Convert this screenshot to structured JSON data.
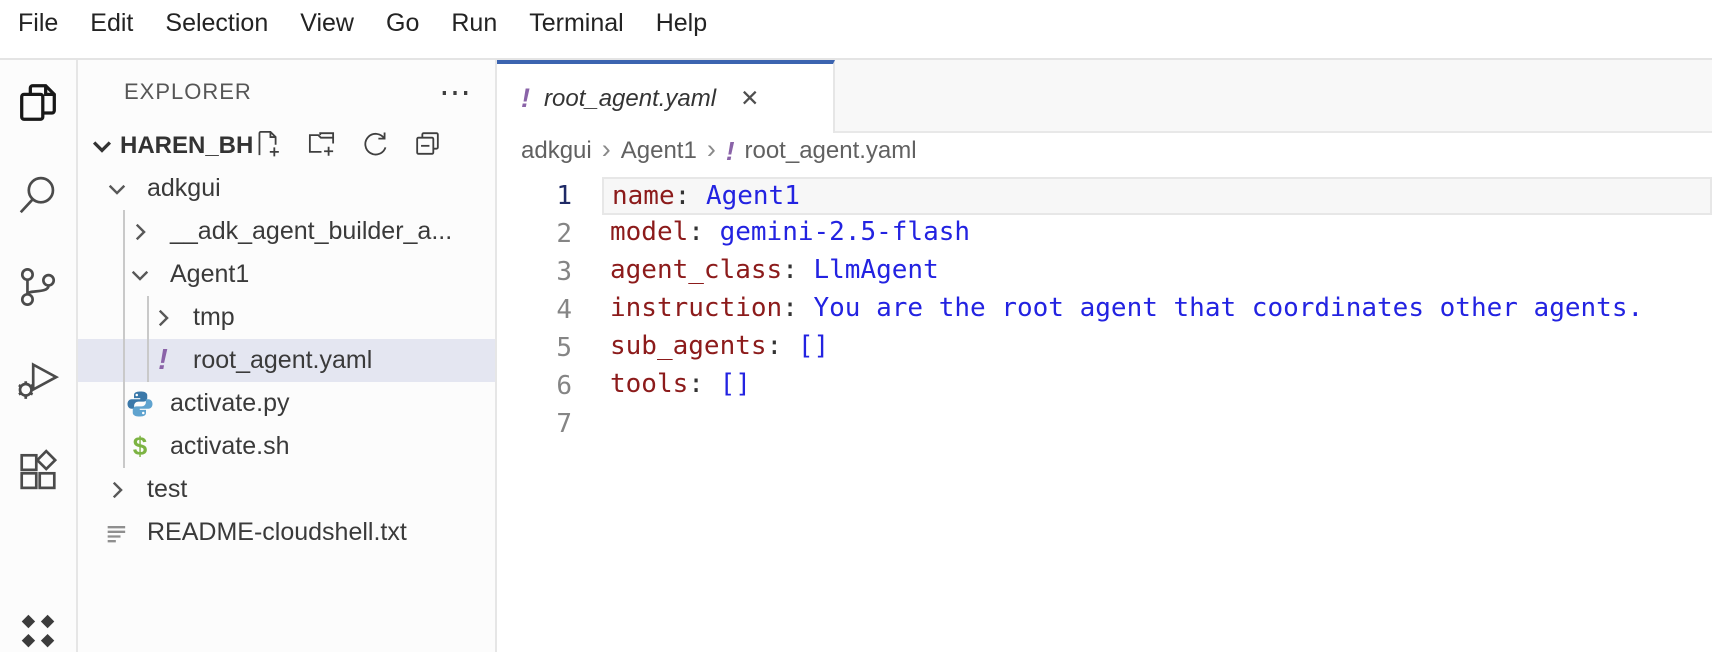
{
  "window": {
    "menu_items": [
      "File",
      "Edit",
      "Selection",
      "View",
      "Go",
      "Run",
      "Terminal",
      "Help"
    ]
  },
  "activity_bar": {
    "items": [
      {
        "icon": "explorer-icon",
        "active": true
      },
      {
        "icon": "search-icon",
        "active": false
      },
      {
        "icon": "source-control-icon",
        "active": false
      },
      {
        "icon": "run-debug-icon",
        "active": false
      },
      {
        "icon": "extensions-icon",
        "active": false
      },
      {
        "icon": "gemini-diamonds-icon",
        "active": false
      }
    ]
  },
  "sidebar": {
    "title": "EXPLORER",
    "workspace": "HAREN_BH",
    "tree": [
      {
        "label": "adkgui",
        "type": "folder",
        "expanded": true,
        "depth": 1
      },
      {
        "label": "__adk_agent_builder_a...",
        "type": "folder",
        "expanded": false,
        "depth": 2
      },
      {
        "label": "Agent1",
        "type": "folder",
        "expanded": true,
        "depth": 2
      },
      {
        "label": "tmp",
        "type": "folder",
        "expanded": false,
        "depth": 3
      },
      {
        "label": "root_agent.yaml",
        "type": "yaml",
        "depth": 3,
        "selected": true
      },
      {
        "label": "activate.py",
        "type": "python",
        "depth": 2
      },
      {
        "label": "activate.sh",
        "type": "shell",
        "depth": 2
      },
      {
        "label": "test",
        "type": "folder",
        "expanded": false,
        "depth": 1
      },
      {
        "label": "README-cloudshell.txt",
        "type": "text",
        "depth": 1
      }
    ]
  },
  "editor": {
    "tab": {
      "name": "root_agent.yaml"
    },
    "breadcrumbs": [
      "adkgui",
      "Agent1",
      "root_agent.yaml"
    ],
    "breadcrumb_separator": "›",
    "colon": ":",
    "lines": [
      {
        "n": "1",
        "key": "name",
        "value": "Agent1",
        "current": true
      },
      {
        "n": "2",
        "key": "model",
        "value": "gemini-2.5-flash"
      },
      {
        "n": "3",
        "key": "agent_class",
        "value": "LlmAgent"
      },
      {
        "n": "4",
        "key": "instruction",
        "value": "You are the root agent that coordinates other agents."
      },
      {
        "n": "5",
        "key": "sub_agents",
        "value": "[]"
      },
      {
        "n": "6",
        "key": "tools",
        "value": "[]"
      },
      {
        "n": "7",
        "key": "",
        "value": ""
      }
    ]
  },
  "icons": {
    "yaml_glyph": "!",
    "shell_glyph": "$",
    "more_glyph": "⋯",
    "close_glyph": "✕"
  },
  "colors": {
    "tab_accent_border": "#3c64b0",
    "yaml_key": "#8c1b1b",
    "yaml_value": "#2323e1",
    "list_selection_bg": "#e4e6f1",
    "yaml_icon_purple": "#8a63a8",
    "python_icon_blue": "#3a78a9",
    "python_icon_blue_light": "#5fa3cf",
    "shell_icon_green": "#7cb342"
  }
}
